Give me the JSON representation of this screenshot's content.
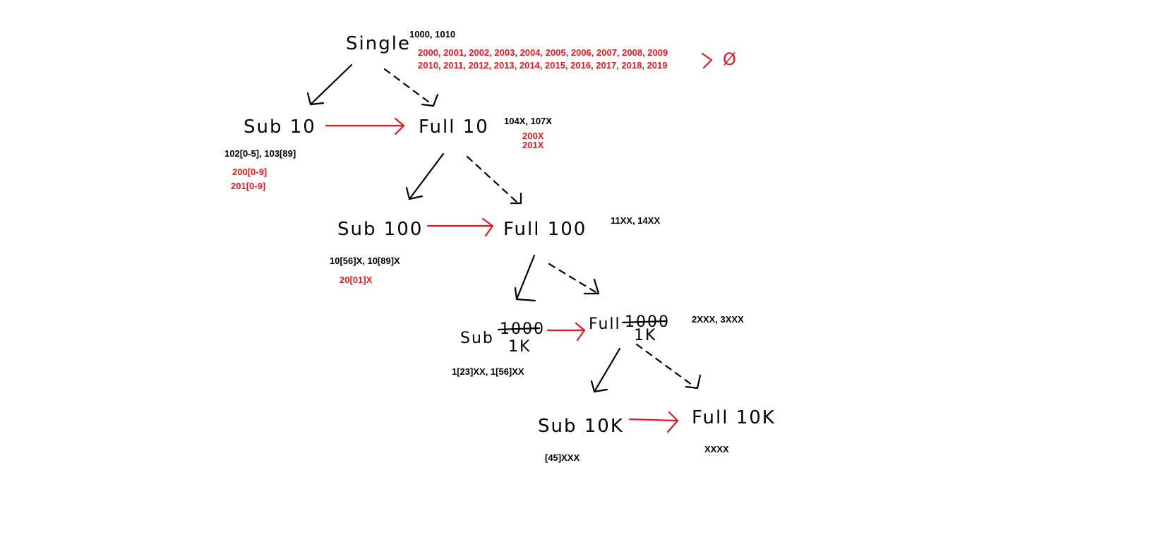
{
  "nodes": {
    "single": "Single",
    "sub10": "Sub 10",
    "full10": "Full 10",
    "sub100": "Sub 100",
    "full100": "Full 100",
    "sub1000_struck": "1000",
    "sub1000_sub": "Sub",
    "sub1000_new": "1K",
    "full1000_struck": "1000",
    "full1000_sub": "Full",
    "full1000_new": "1K",
    "sub10k": "Sub 10K",
    "full10k": "Full 10K",
    "empty_set": "Ø"
  },
  "labels": {
    "single_black": "1000, 1010",
    "single_red_line1": "2000, 2001, 2002, 2003, 2004, 2005, 2006, 2007, 2008, 2009",
    "single_red_line2": "2010, 2011, 2012, 2013, 2014, 2015, 2016, 2017, 2018, 2019",
    "full10_black": "104X, 107X",
    "full10_red_line1": "200X",
    "full10_red_line2": "201X",
    "sub10_black": "102[0-5], 103[89]",
    "sub10_red_line1": "200[0-9]",
    "sub10_red_line2": "201[0-9]",
    "full100_black": "11XX, 14XX",
    "sub100_black": "10[56]X, 10[89]X",
    "sub100_red": "20[01]X",
    "full1000_black": "2XXX, 3XXX",
    "sub1000_black": "1[23]XX, 1[56]XX",
    "sub10k_black": "[45]XXX",
    "full10k_black": "XXXX"
  },
  "colors": {
    "ink": "#000000",
    "red": "#e8191e",
    "background": "#ffffff"
  }
}
